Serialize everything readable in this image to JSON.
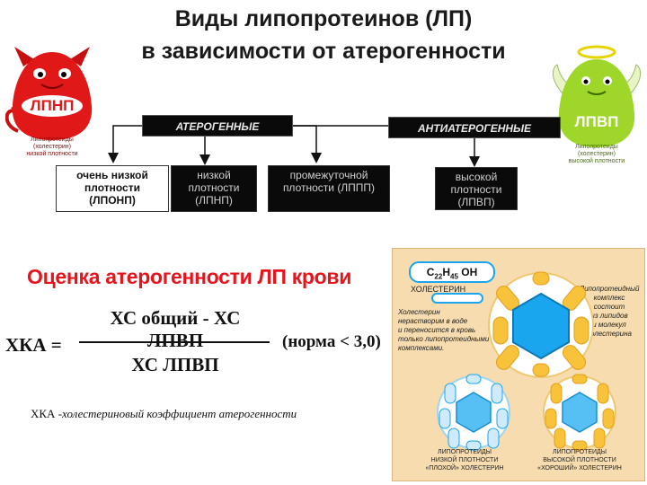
{
  "title_line1": "Виды липопротеинов (ЛП)",
  "title_line2": "в зависимости от атерогенности",
  "devil": {
    "badge": "ЛПНП",
    "caption": [
      "Липопротеиды",
      "(холестерин)",
      "низкой плотности"
    ]
  },
  "angel": {
    "badge": "ЛПВП",
    "caption": [
      "Липопротеиды",
      "(холестерин)",
      "высокой плотности"
    ]
  },
  "groups": {
    "atherogenic": "АТЕРОГЕННЫЕ",
    "antiatherogenic": "АНТИАТЕРОГЕННЫЕ"
  },
  "types": [
    {
      "lines": [
        "очень низкой",
        "плотности",
        "(ЛПОНП)"
      ]
    },
    {
      "lines": [
        "низкой",
        "плотности",
        "(ЛПНП)"
      ]
    },
    {
      "lines": [
        "промежуточной",
        "плотности (ЛППП)"
      ]
    },
    {
      "lines": [
        "высокой",
        "плотности",
        "(ЛПВП)"
      ]
    }
  ],
  "assessment_title": "Оценка атерогенности ЛП крови",
  "formula": {
    "lhs": "ХКА =",
    "numerator": "ХС общий - ХС ЛПВП",
    "denominator": "ХС ЛПВП",
    "norm": "(норма < 3,0)"
  },
  "footnote_abbr": "ХКА",
  "footnote_text": " -холестериновый коэффициент атерогенности",
  "cholesterol_panel": {
    "formula_c": "C",
    "formula_c_sub": "22",
    "formula_h": "H",
    "formula_h_sub": "45",
    "formula_oh": " OH",
    "label": "ХОЛЕСТЕРИН",
    "note_left": [
      "Холестерин",
      "нерастворим в воде",
      "и переносится в кровь",
      "только липопротеидными",
      "комплексами."
    ],
    "note_right": [
      "Липопротеидный",
      "комплекс",
      "состоит",
      "из липидов",
      "и молекул",
      "холестерина"
    ],
    "caption_left": [
      "ЛИПОПРОТЕИДЫ",
      "НИЗКОЙ ПЛОТНОСТИ",
      "«ПЛОХОЙ» ХОЛЕСТЕРИН"
    ],
    "caption_right": [
      "ЛИПОПРОТЕИДЫ",
      "ВЫСОКОЙ ПЛОТНОСТИ",
      "«ХОРОШИЙ» ХОЛЕСТЕРИН"
    ]
  },
  "colors": {
    "devil_red": "#e01818",
    "angel_green": "#9ed62a",
    "assessment_red": "#e8141c",
    "panel_bg": "#f6dcae",
    "hex_blue": "#1aa6ee"
  }
}
